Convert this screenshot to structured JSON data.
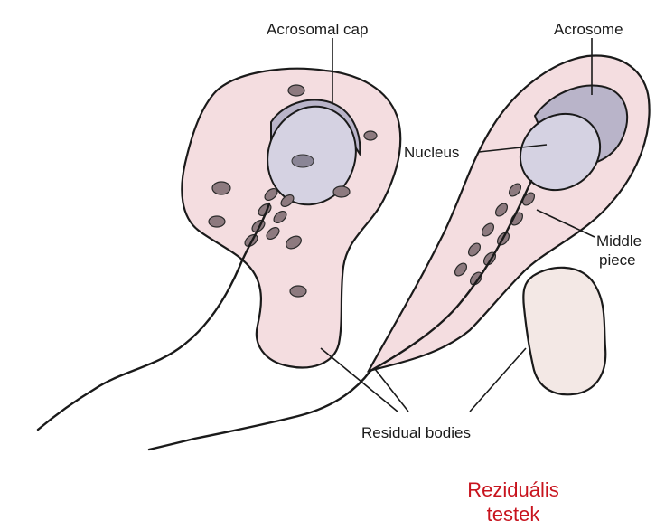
{
  "labels": {
    "acrosomal_cap": "Acrosomal cap",
    "acrosome": "Acrosome",
    "nucleus": "Nucleus",
    "middle_piece_line1": "Middle",
    "middle_piece_line2": "piece",
    "residual_bodies": "Residual bodies",
    "translation_line1": "Reziduális",
    "translation_line2": "testek"
  },
  "colors": {
    "cytoplasm": "#f4dde0",
    "nucleus": "#d5d2e2",
    "acrosome": "#b9b4c9",
    "mitochondria": "#8d7a7f",
    "translation_text": "#c8141e"
  }
}
